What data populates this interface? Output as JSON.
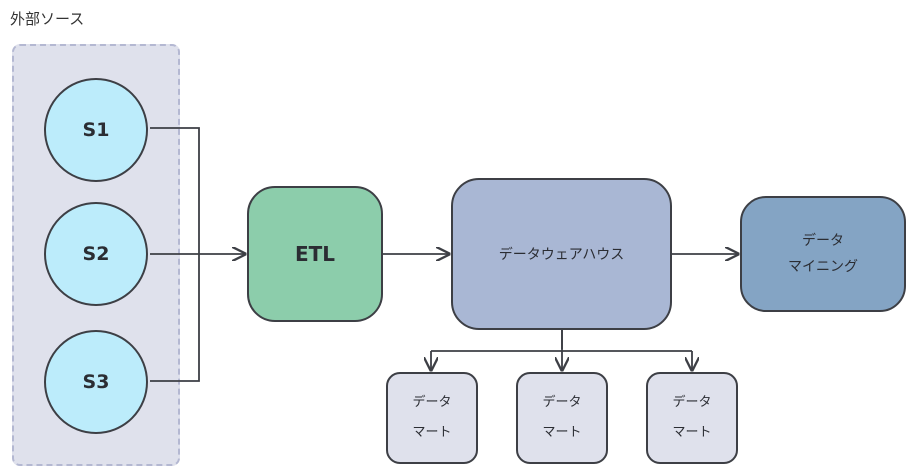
{
  "group": {
    "label": "外部ソース"
  },
  "sources": [
    "S1",
    "S2",
    "S3"
  ],
  "etl": {
    "label": "ETL"
  },
  "warehouse": {
    "label": "データウェアハウス"
  },
  "mining": {
    "line1": "データ",
    "line2": "マイニング"
  },
  "marts": [
    {
      "line1": "データ",
      "line2": "マート"
    },
    {
      "line1": "データ",
      "line2": "マート"
    },
    {
      "line1": "データ",
      "line2": "マート"
    }
  ],
  "colors": {
    "group_fill": "#dfe1ec",
    "source_fill": "#bcecfb",
    "etl_fill": "#8ccdab",
    "warehouse_fill": "#a9b7d4",
    "mining_fill": "#84a4c4",
    "mart_fill": "#dfe1ec",
    "stroke": "#3d3f45"
  }
}
